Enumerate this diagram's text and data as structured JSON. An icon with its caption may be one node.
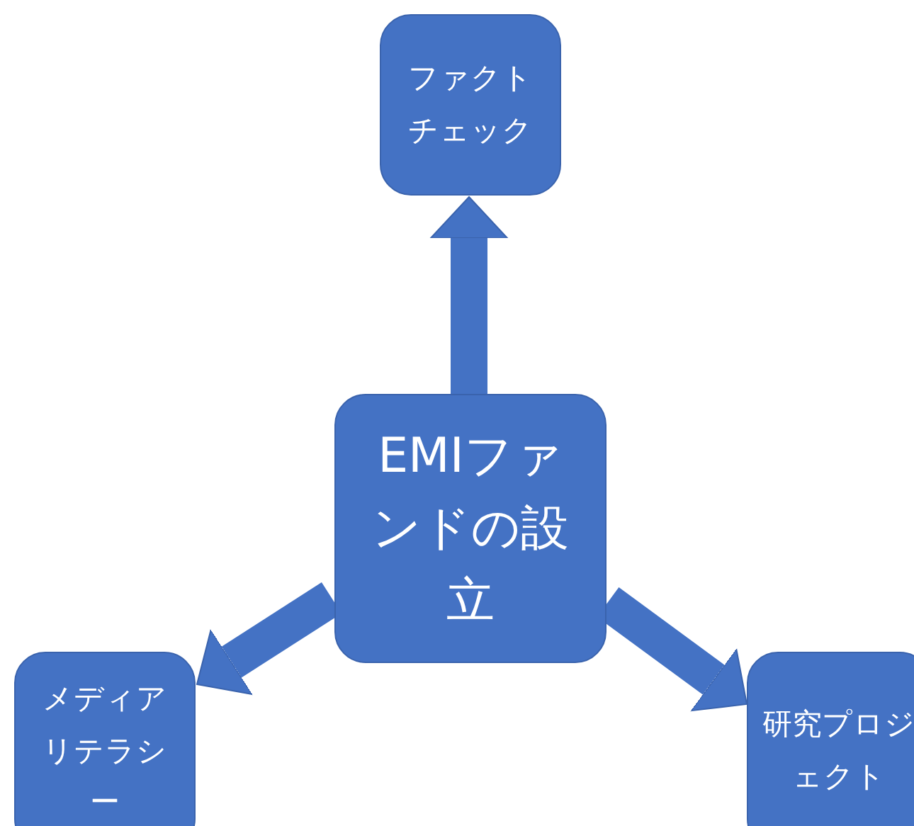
{
  "diagram": {
    "nodes": [
      {
        "text": [
          "ファクトチェック"
        ]
      },
      {
        "text": [
          "EMIファンドの設立"
        ]
      },
      {
        "text": [
          "メディアリテラシー"
        ]
      },
      {
        "text": [
          "研究プロジェクト"
        ]
      }
    ],
    "edges": [
      {
        "from": 1,
        "to": 0,
        "arrow": "to"
      },
      {
        "from": 1,
        "to": 2,
        "arrow": "to"
      },
      {
        "from": 1,
        "to": 3,
        "arrow": "to"
      }
    ]
  }
}
